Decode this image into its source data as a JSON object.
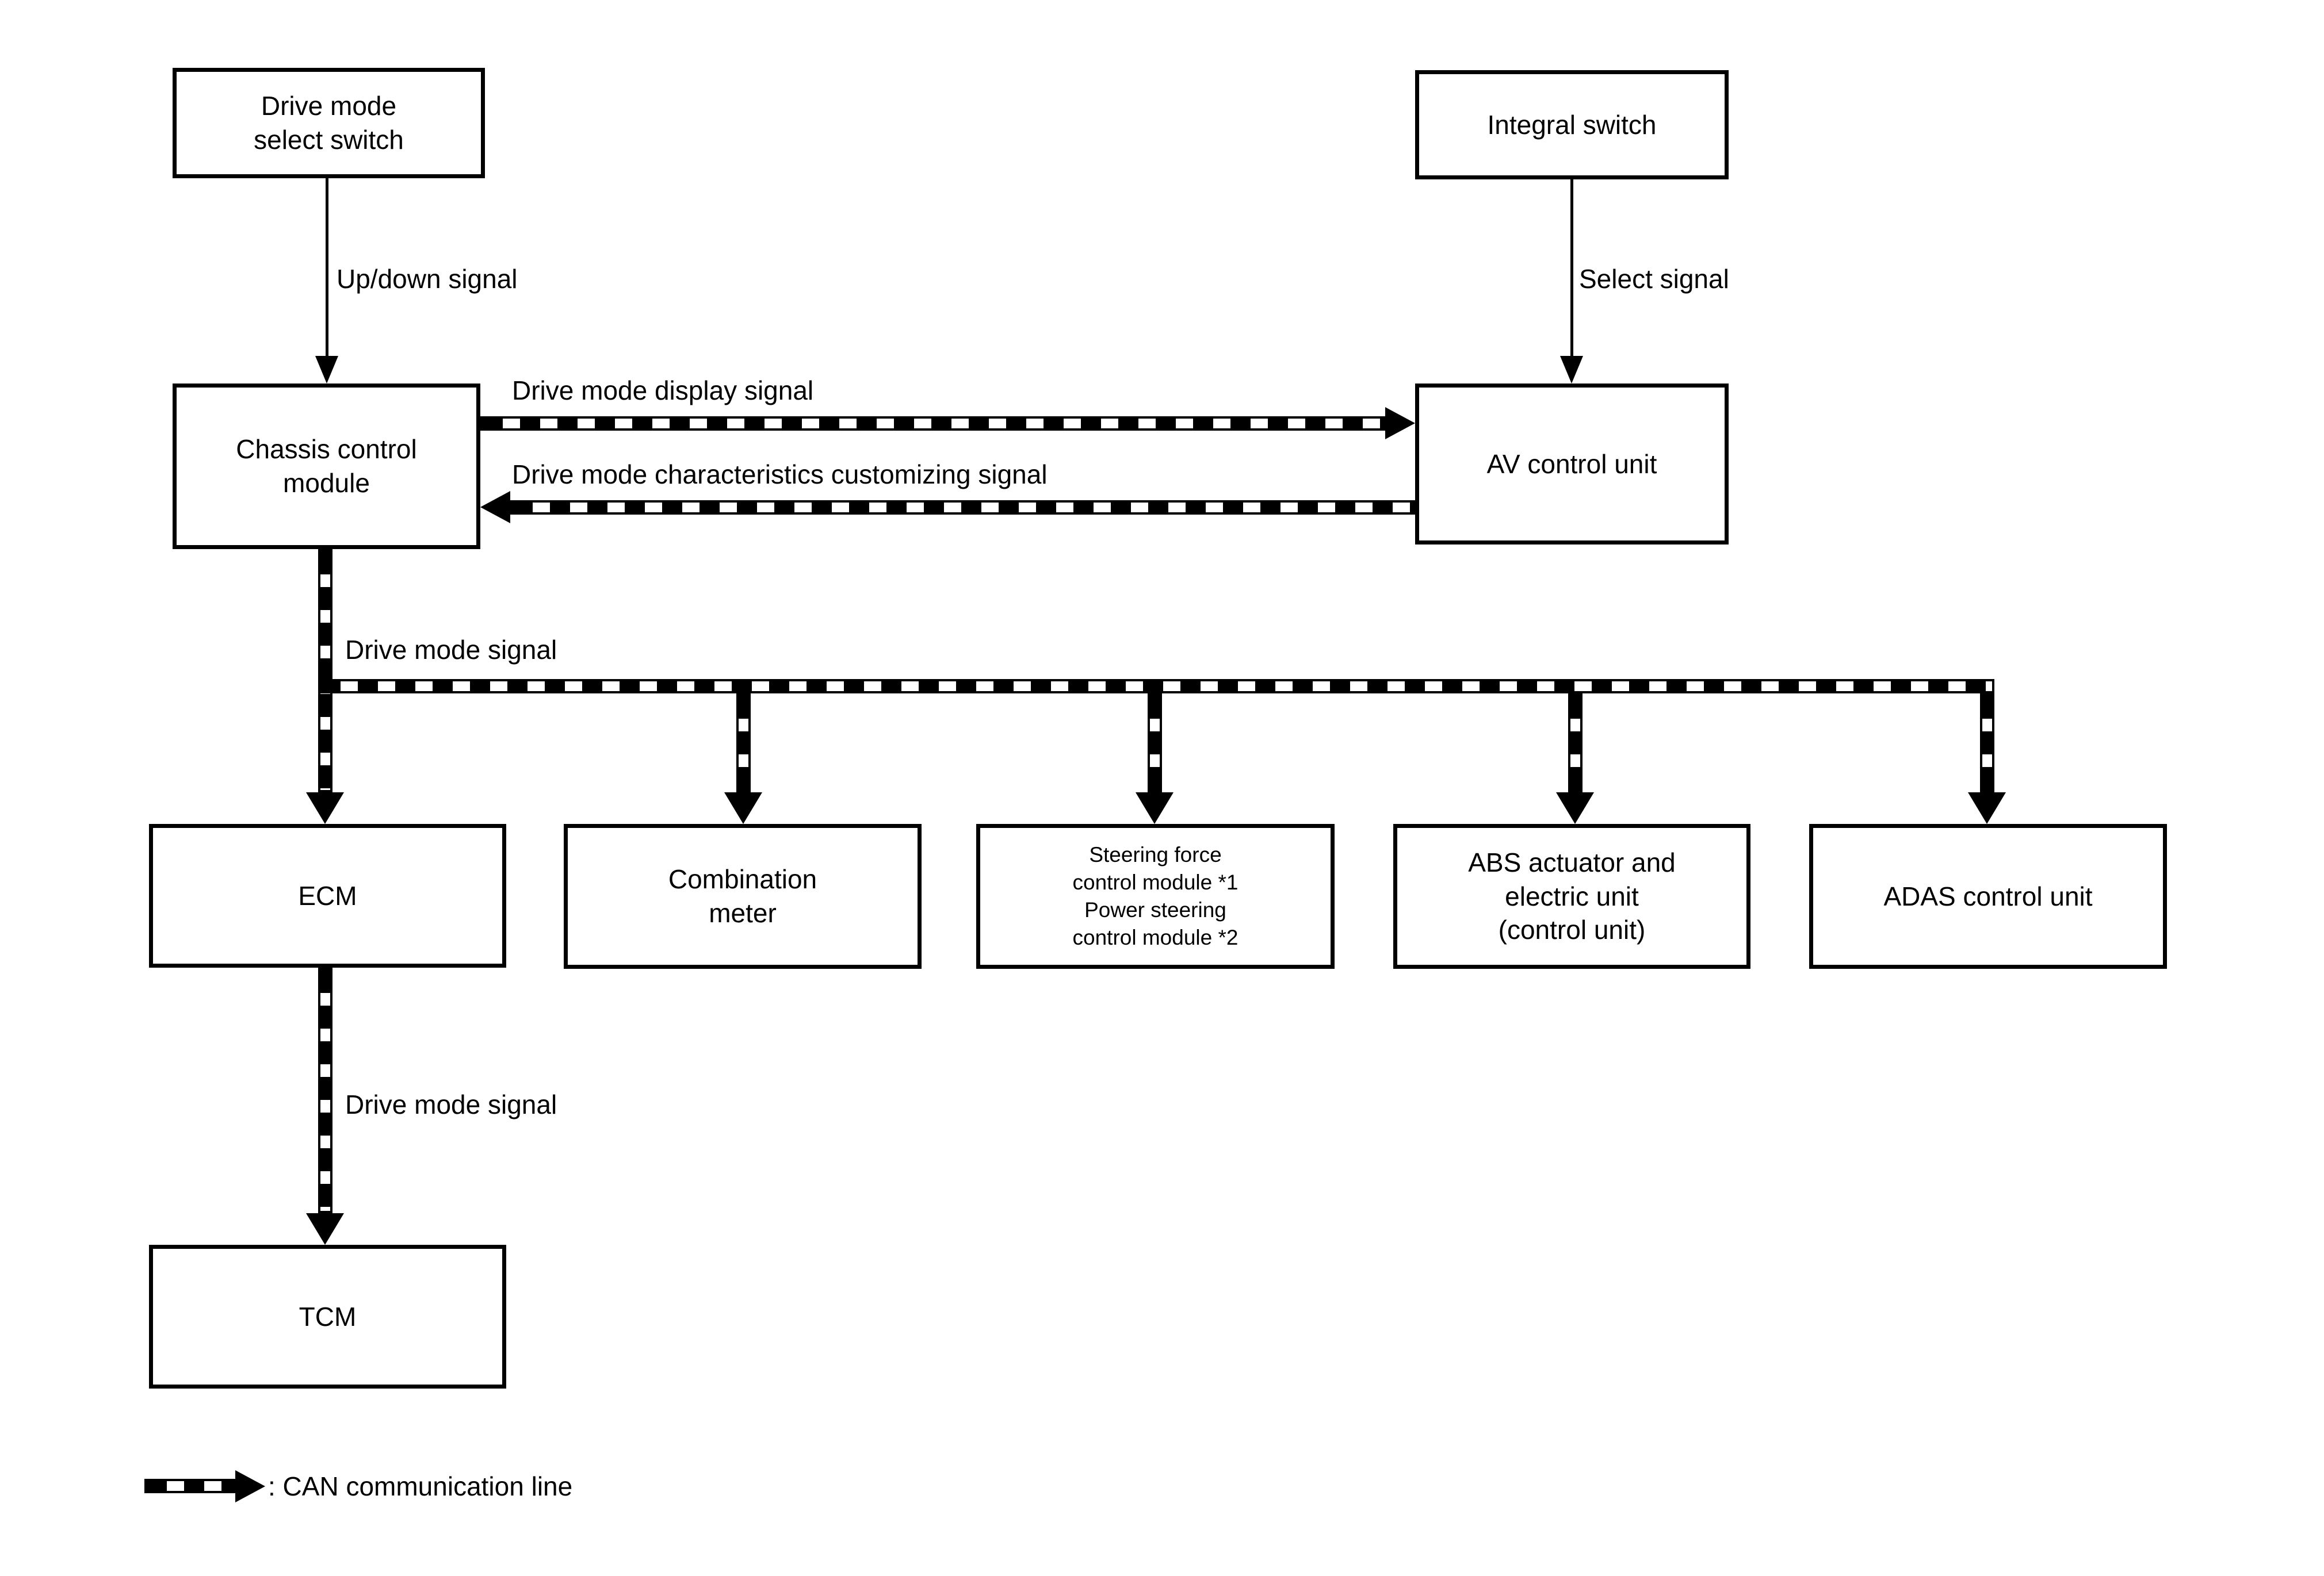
{
  "diagram": {
    "boxes": {
      "drive_mode_select_switch": "Drive mode\nselect switch",
      "integral_switch": "Integral switch",
      "chassis_control_module": "Chassis control\nmodule",
      "av_control_unit": "AV control unit",
      "ecm": "ECM",
      "combination_meter": "Combination\nmeter",
      "steering_modules": "Steering force\ncontrol module *1\nPower steering\ncontrol module *2",
      "abs_actuator": "ABS actuator and\nelectric unit\n(control unit)",
      "adas_control_unit": "ADAS control unit",
      "tcm": "TCM"
    },
    "signal_labels": {
      "up_down": "Up/down signal",
      "select": "Select signal",
      "display": "Drive mode display signal",
      "customizing": "Drive mode characteristics customizing signal",
      "drive_mode_1": "Drive mode signal",
      "drive_mode_2": "Drive mode signal"
    },
    "legend": {
      "can_line": ": CAN communication line"
    },
    "colors": {
      "line": "#000000",
      "background": "#ffffff"
    }
  }
}
